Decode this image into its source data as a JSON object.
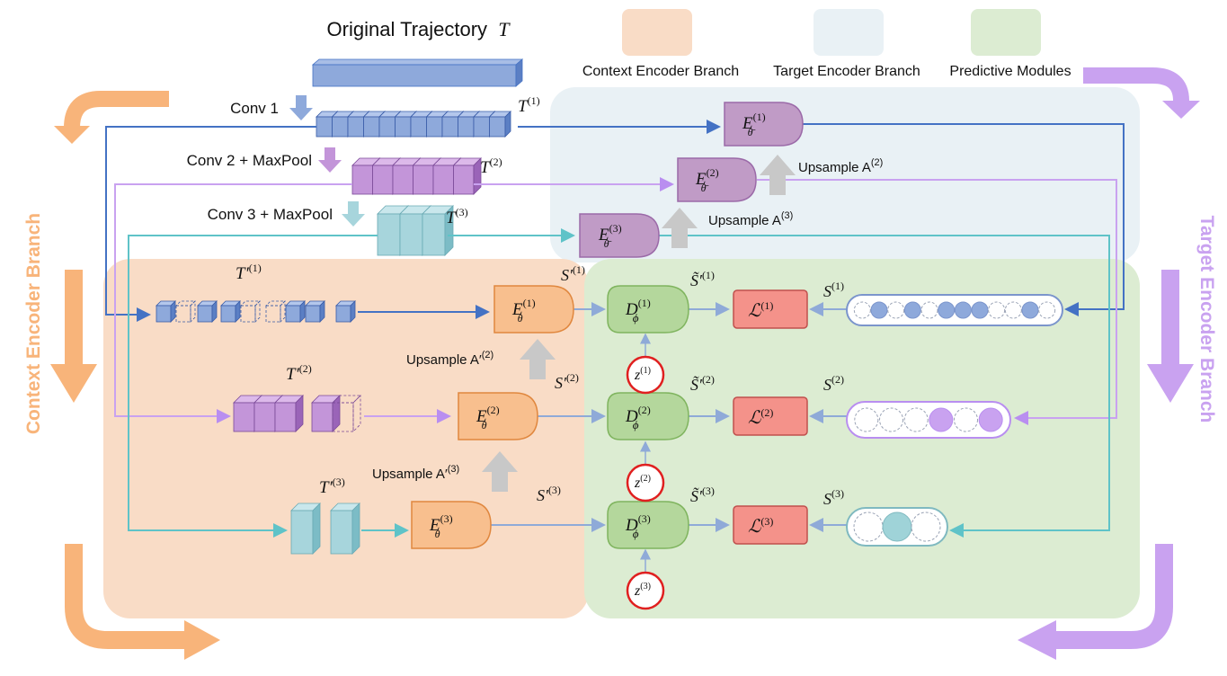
{
  "title": {
    "text": "Original Trajectory",
    "symbol": "T"
  },
  "legend": [
    {
      "label": "Context Encoder Branch",
      "color": "#f9dcc6"
    },
    {
      "label": "Target Encoder Branch",
      "color": "#e9f1f5"
    },
    {
      "label": "Predictive Modules",
      "color": "#dcecd2"
    }
  ],
  "side_labels": {
    "left": "Context Encoder Branch",
    "right": "Target Encoder Branch"
  },
  "conv_steps": [
    "Conv 1",
    "Conv 2 + MaxPool",
    "Conv 3 + MaxPool"
  ],
  "target_tokens": [
    "T",
    "T",
    "T"
  ],
  "upsample": {
    "target": "Upsample A",
    "context": "Upsample A′"
  },
  "symbols": {
    "E": "E",
    "D": "D",
    "z": "z",
    "S": "S",
    "L": "ℒ",
    "theta": "θ",
    "theta_bar": "θ̄",
    "phi": "ϕ",
    "prime": "′",
    "tilde_S": "S̃"
  },
  "levels": [
    "(1)",
    "(2)",
    "(3)"
  ],
  "colors": {
    "level1": "#8ea9db",
    "level2": "#c395d9",
    "level3": "#a7d5dc",
    "orange": "#f8b47a",
    "purple": "#c9a2f0",
    "ctx_bg": "#f9dcc6",
    "tgt_bg": "#e9f1f5",
    "pred_bg": "#dcecd2"
  }
}
